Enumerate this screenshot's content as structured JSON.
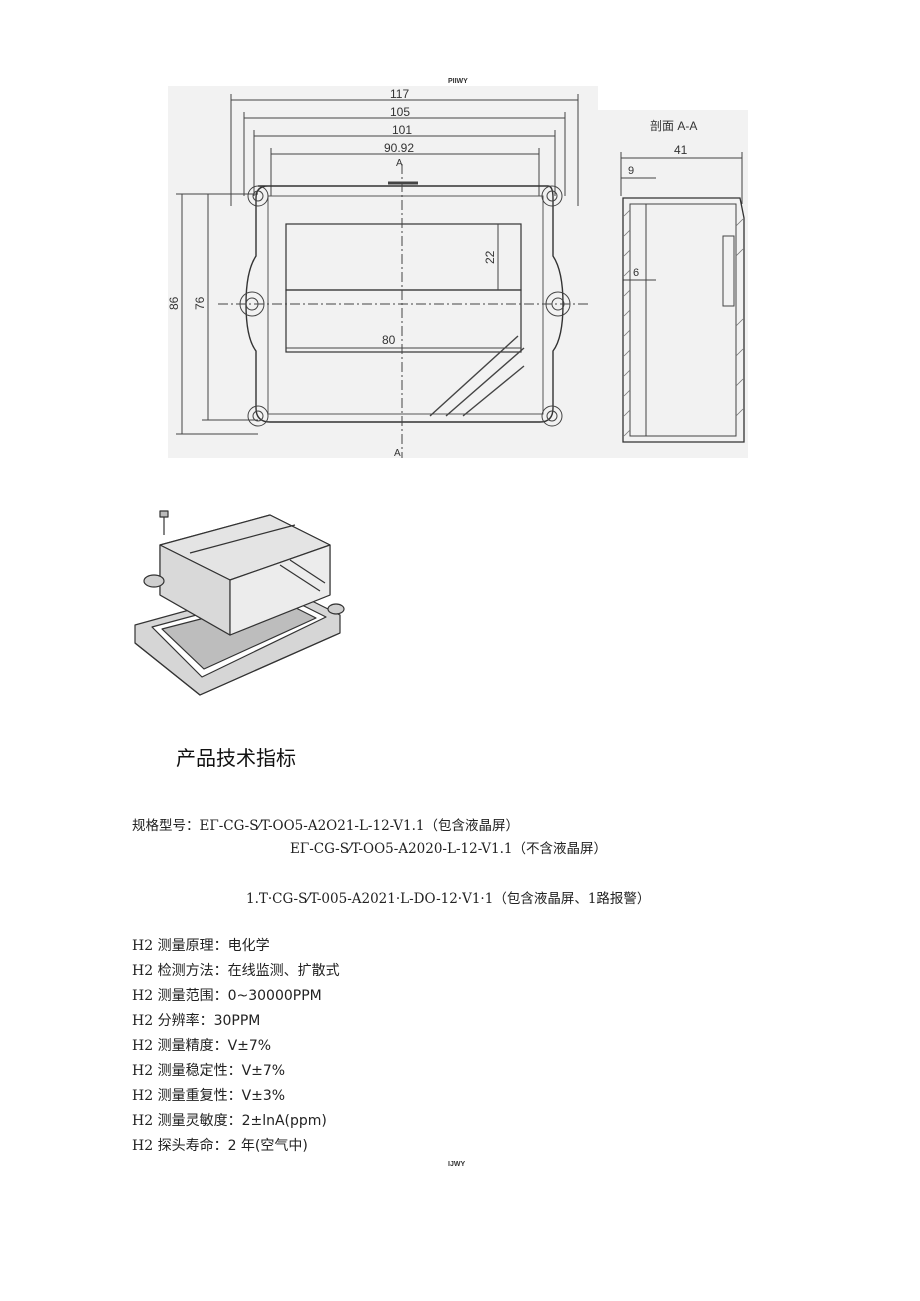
{
  "header_mark": "PIIWY",
  "footer_mark": "IJWY",
  "drawing": {
    "dims_top": [
      "117",
      "105",
      "101",
      "90.92"
    ],
    "dim_height_outer": "86",
    "dim_height_inner": "76",
    "dim_window_height": "22",
    "dim_window_width": "80",
    "section_label": "A",
    "side_title": "剖面 A-A",
    "side_width": "41",
    "side_wall": "9",
    "side_inner": "6"
  },
  "section_title": "产品技术指标",
  "model": {
    "prefix": "规格型号：",
    "line1": "EΓ-CG-S⁄T-OO5-A2O21-L-12-V1.1（包含液晶屏）",
    "line2": "EΓ-CG-S⁄T-OO5-A2020-L-12-V1.1（不含液晶屏）",
    "line3": "1.T·CG-S⁄T-005-A2021·L-DO-12·V1·1（包含液晶屏、1路报警）"
  },
  "specs": [
    {
      "label": "H2 测量原理：",
      "value": "电化学"
    },
    {
      "label": "H2 检测方法：",
      "value": "在线监测、扩散式"
    },
    {
      "label": "H2 测量范围：",
      "value": "0~30000PPM"
    },
    {
      "label": "H2 分辨率：",
      "value": "30PPM"
    },
    {
      "label": "H2 测量精度：",
      "value": "V±7%"
    },
    {
      "label": "H2 测量稳定性：",
      "value": "V±7%"
    },
    {
      "label": "H2 测量重复性：",
      "value": "V±3%"
    },
    {
      "label": "H2 测量灵敏度：",
      "value": "2±lnA(ppm)"
    },
    {
      "label": "H2 探头寿命：",
      "value": "2 年(空气中)"
    }
  ]
}
